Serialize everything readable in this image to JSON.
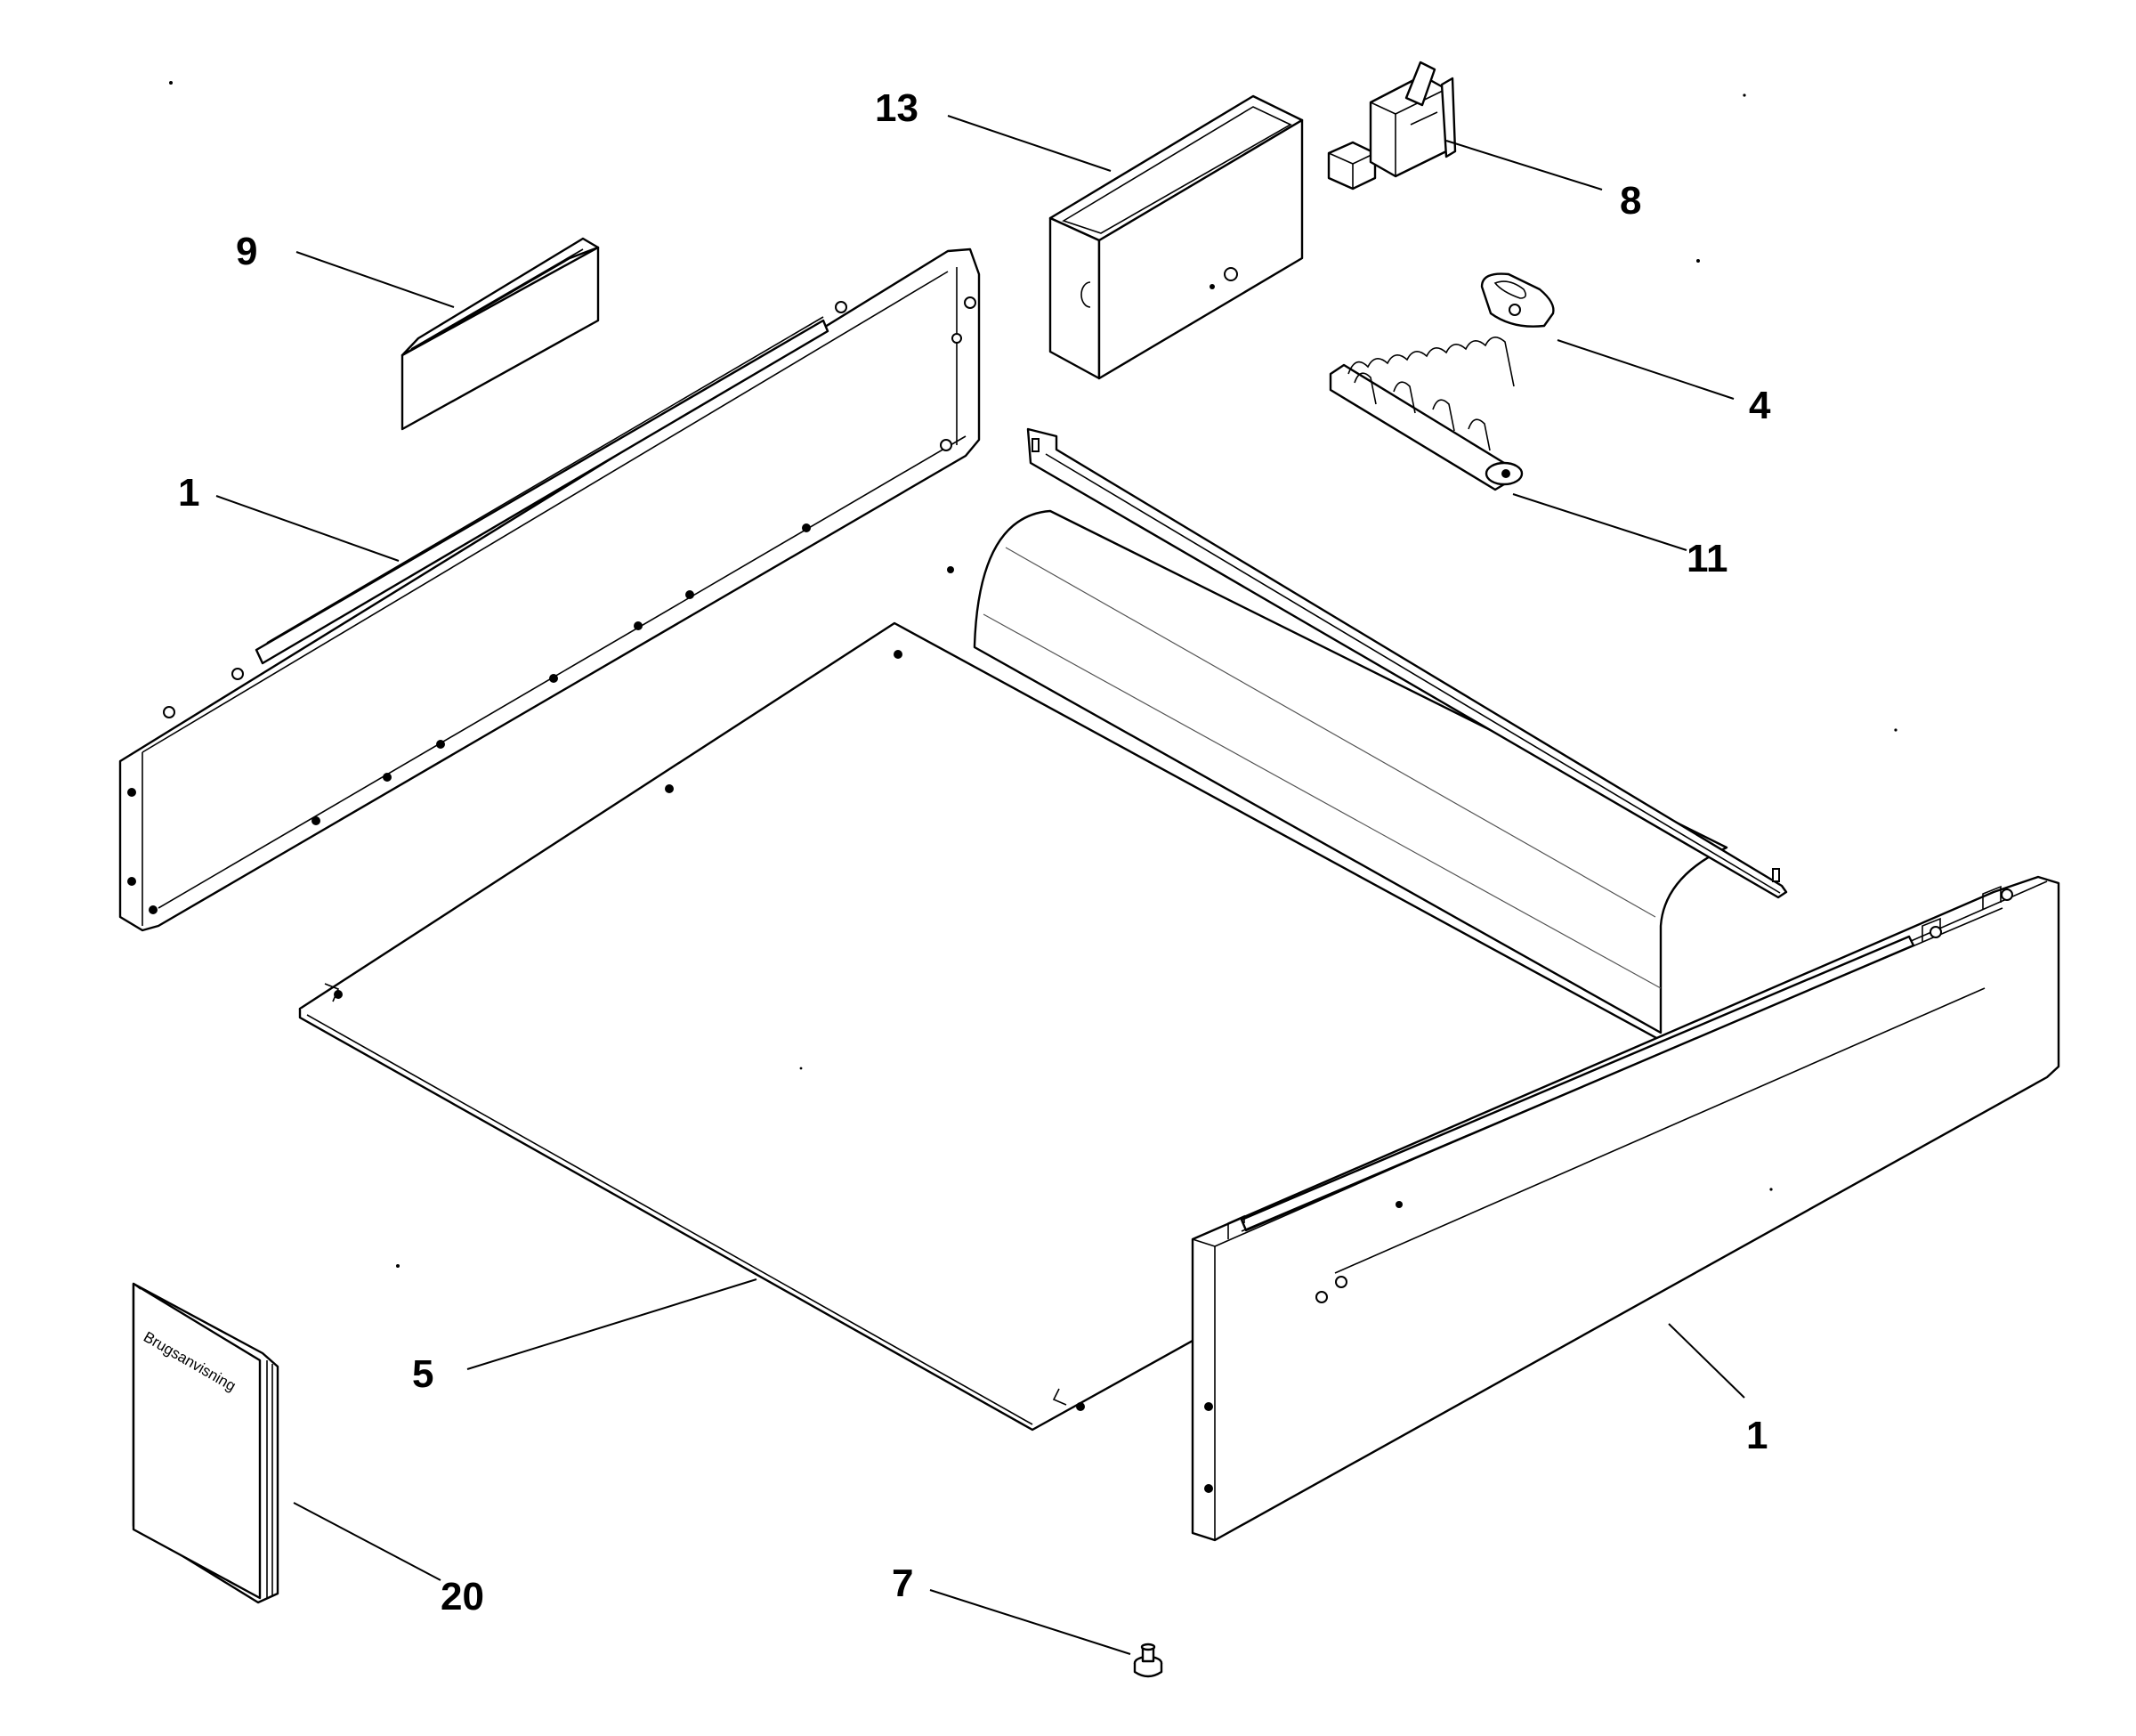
{
  "callouts": {
    "c13": "13",
    "c8": "8",
    "c9": "9",
    "c4": "4",
    "c1_left": "1",
    "c11": "11",
    "c5": "5",
    "c1_right": "1",
    "c20": "20",
    "c7": "7"
  },
  "manual": {
    "cover_text": "Brugsanvisning"
  }
}
